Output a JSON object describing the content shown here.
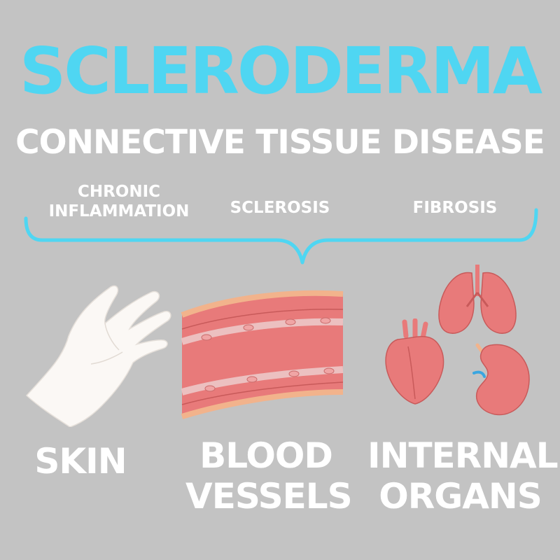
{
  "title": "SCLERODERMA",
  "subtitle": "CONNECTIVE TISSUE DISEASE",
  "processes": [
    "CHRONIC\nINFLAMMATION",
    "SCLEROSIS",
    "FIBROSIS"
  ],
  "affected": [
    "SKIN",
    "BLOOD\nVESSELS",
    "INTERNAL\nORGANS"
  ],
  "icons": [
    "hand-icon",
    "blood-vessel-icon",
    "lungs-icon",
    "heart-icon",
    "kidney-icon"
  ],
  "colors": {
    "title": "#4fd6f2",
    "text": "#ffffff",
    "background": "#c3c3c3"
  }
}
